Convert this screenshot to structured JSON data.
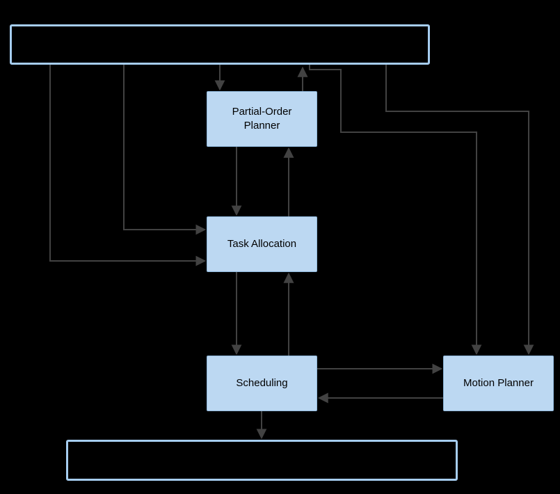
{
  "diagram": {
    "background_color": "#000000",
    "arrow_color": "#424242",
    "node_fill_color": "#bcd8f2",
    "node_border_color": "#8fb8dc",
    "container_border_color": "#a6cdf0",
    "text_color": "#000000",
    "nodes": {
      "top_container": {
        "label": ""
      },
      "partial_order_planner": {
        "label": "Partial-Order Planner"
      },
      "task_allocation": {
        "label": "Task Allocation"
      },
      "scheduling": {
        "label": "Scheduling"
      },
      "motion_planner": {
        "label": "Motion Planner"
      },
      "bottom_container": {
        "label": ""
      }
    },
    "edges": [
      {
        "from": "top_container",
        "to": "partial_order_planner"
      },
      {
        "from": "partial_order_planner",
        "to": "top_container"
      },
      {
        "from": "top_container",
        "to": "task_allocation"
      },
      {
        "from": "top_container",
        "to": "task_allocation"
      },
      {
        "from": "top_container",
        "to": "motion_planner"
      },
      {
        "from": "top_container",
        "to": "motion_planner"
      },
      {
        "from": "partial_order_planner",
        "to": "task_allocation"
      },
      {
        "from": "task_allocation",
        "to": "partial_order_planner"
      },
      {
        "from": "task_allocation",
        "to": "scheduling"
      },
      {
        "from": "scheduling",
        "to": "task_allocation"
      },
      {
        "from": "scheduling",
        "to": "motion_planner"
      },
      {
        "from": "motion_planner",
        "to": "scheduling"
      },
      {
        "from": "scheduling",
        "to": "bottom_container"
      }
    ]
  }
}
